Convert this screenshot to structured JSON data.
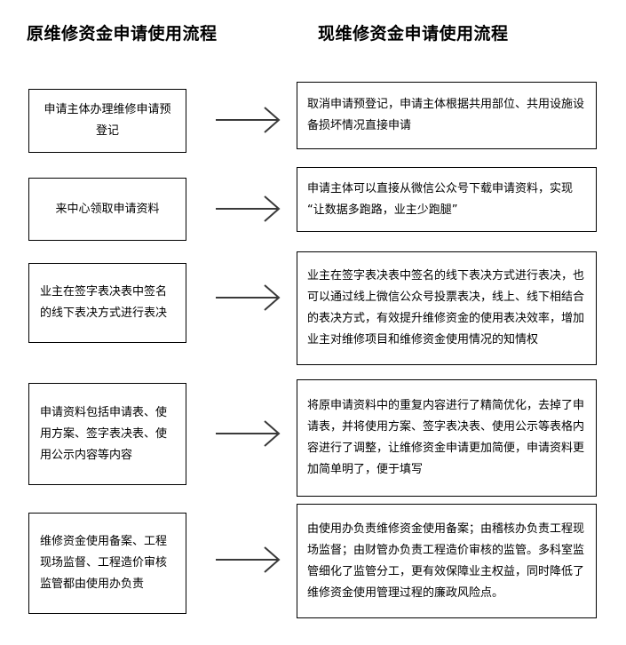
{
  "headings": {
    "old": "原维修资金申请使用流程",
    "new": "现维修资金申请使用流程"
  },
  "colors": {
    "box_border": "#000000",
    "box_fill": "#ffffff",
    "arrow": "#3a3a3a",
    "text": "#000000",
    "page_background": "#ffffff"
  },
  "icons": {
    "arrow": "arrow-right-icon"
  },
  "rows": [
    {
      "old": "申请主体办理维修申请预登记",
      "new": "取消申请预登记，申请主体根据共用部位、共用设施设备损坏情况直接申请",
      "arrow_label": "arrow-right-icon"
    },
    {
      "old": "来中心领取申请资料",
      "new": "申请主体可以直接从微信公众号下载申请资料，实现“让数据多跑路，业主少跑腿”",
      "arrow_label": "arrow-right-icon"
    },
    {
      "old": "业主在签字表决表中签名的线下表决方式进行表决",
      "new": "业主在签字表决表中签名的线下表决方式进行表决，也可以通过线上微信公众号投票表决，线上、线下相结合的表决方式，有效提升维修资金的使用表决效率，增加业主对维修项目和维修资金使用情况的知情权",
      "arrow_label": "arrow-right-icon"
    },
    {
      "old": "申请资料包括申请表、使用方案、签字表决表、使用公示内容等内容",
      "new": "将原申请资料中的重复内容进行了精简优化，去掉了申请表，并将使用方案、签字表决表、使用公示等表格内容进行了调整，让维修资金申请更加简便，申请资料更加简单明了，便于填写",
      "arrow_label": "arrow-right-icon"
    },
    {
      "old": "维修资金使用备案、工程现场监督、工程造价审核监管都由使用办负责",
      "new": "由使用办负责维修资金使用备案；由稽核办负责工程现场监督；由财管办负责工程造价审核的监管。多科室监管细化了监管分工，更有效保障业主权益，同时降低了维修资金使用管理过程的廉政风险点。",
      "arrow_label": "arrow-right-icon"
    }
  ]
}
